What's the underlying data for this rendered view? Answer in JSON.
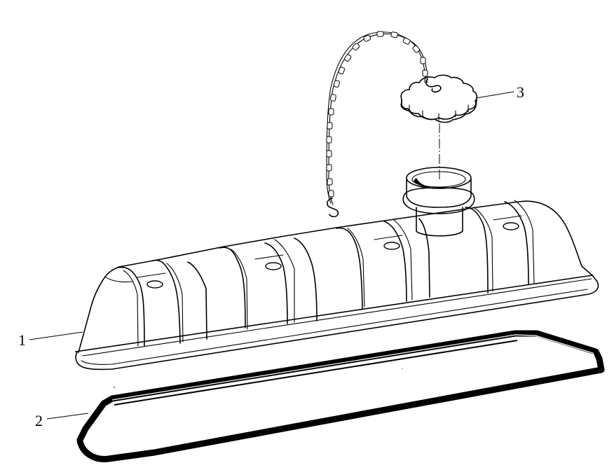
{
  "diagram": {
    "type": "exploded-view parts illustration",
    "background": "#ffffff",
    "ink": "#000000",
    "callouts": [
      {
        "number": "1",
        "part": "valve-cover"
      },
      {
        "number": "2",
        "part": "valve-cover-gasket"
      },
      {
        "number": "3",
        "part": "oil-filler-cap"
      }
    ],
    "parts": {
      "valve_cover": {
        "label": "1",
        "features": [
          "flange",
          "stiffening-ribs",
          "bolt-holes",
          "oil-filler-neck"
        ]
      },
      "gasket": {
        "label": "2"
      },
      "filler_cap": {
        "label": "3",
        "features": [
          "scalloped-grip",
          "retaining-chain",
          "s-hooks"
        ]
      }
    }
  }
}
